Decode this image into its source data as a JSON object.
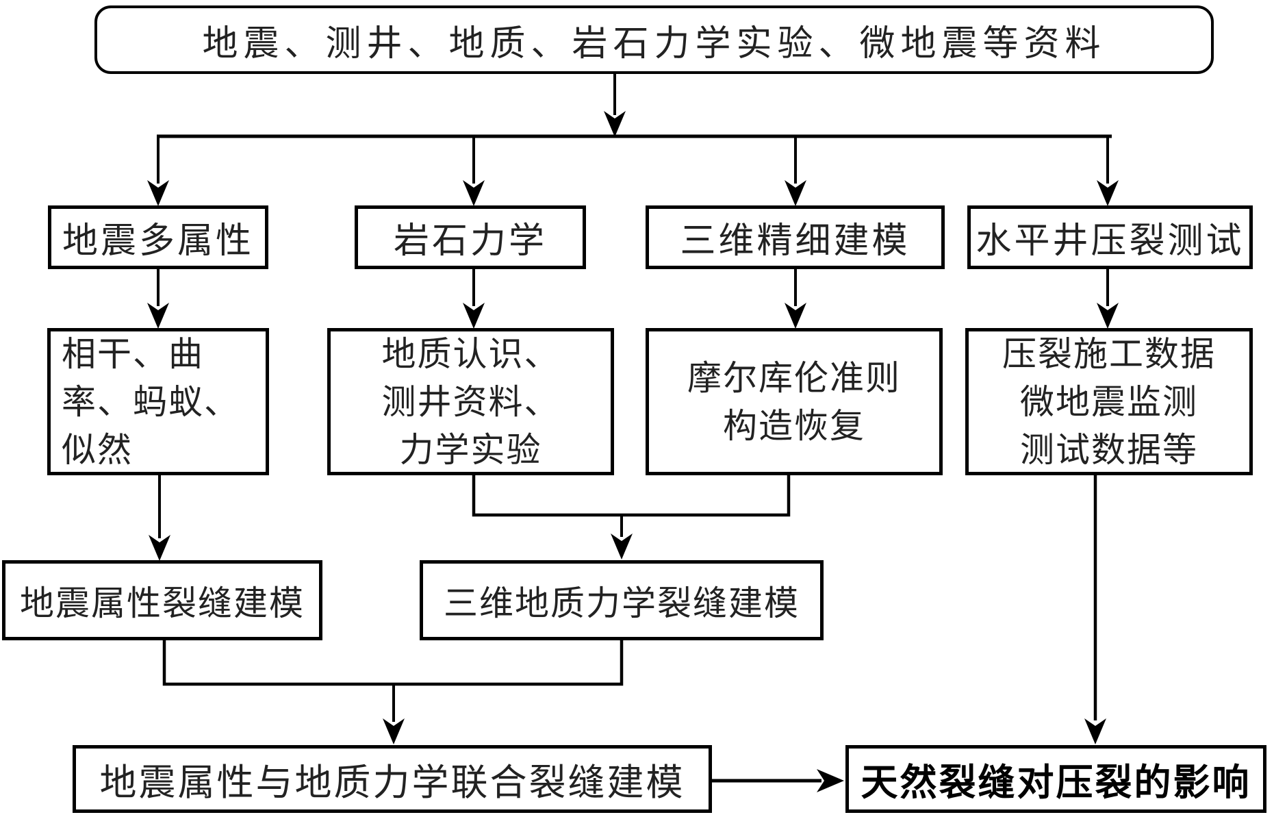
{
  "diagram": {
    "background_color": "#ffffff",
    "line_color": "#000000",
    "text_color": "#222222",
    "nodes": {
      "source_data": {
        "label": "地震、测井、地质、岩石力学实验、微地震等资料"
      },
      "seismic_multi_attribute": {
        "label": "地震多属性"
      },
      "rock_mechanics": {
        "label": "岩石力学"
      },
      "fine_3d_modeling": {
        "label": "三维精细建模"
      },
      "horizontal_well_frac_test": {
        "label": "水平井压裂测试"
      },
      "coherence_curvature_ant_likelihood": {
        "label": "相干、曲\n率、蚂蚁、\n似然"
      },
      "geology_logging_mechanics": {
        "label": "地质认识、\n测井资料、\n力学实验"
      },
      "mohr_coulomb_restoration": {
        "label": "摩尔库伦准则\n构造恢复"
      },
      "frac_job_microseismic_data": {
        "label": "压裂施工数据\n微地震监测\n测试数据等"
      },
      "seismic_attribute_fracture_model": {
        "label": "地震属性裂缝建模"
      },
      "geomechanics_3d_fracture_model": {
        "label": "三维地质力学裂缝建模"
      },
      "joint_fracture_model": {
        "label": "地震属性与地质力学联合裂缝建模"
      },
      "natural_fracture_impact_on_fracturing": {
        "label": "天然裂缝对压裂的影响"
      }
    }
  }
}
